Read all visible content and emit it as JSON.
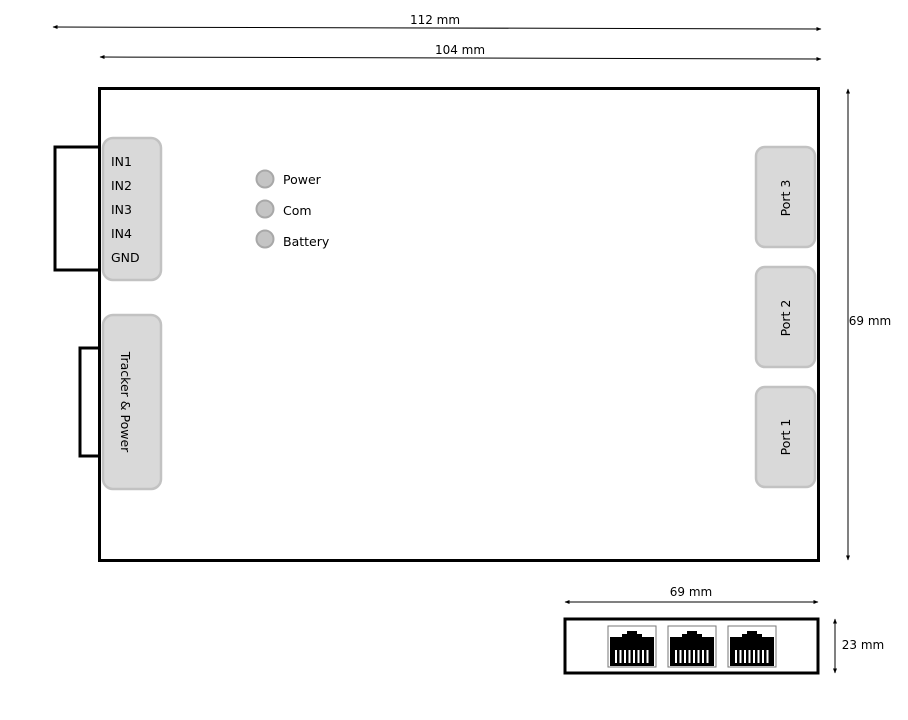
{
  "dimensions": {
    "overall_width": "112 mm",
    "board_width": "104 mm",
    "height": "69 mm",
    "side_width": "69 mm",
    "side_height": "23 mm"
  },
  "terminal_block": {
    "pins": [
      "IN1",
      "IN2",
      "IN3",
      "IN4",
      "GND"
    ]
  },
  "tracker_connector": {
    "label": "Tracker & Power"
  },
  "leds": [
    {
      "label": "Power"
    },
    {
      "label": "Com"
    },
    {
      "label": "Battery"
    }
  ],
  "ports": [
    {
      "label": "Port 3"
    },
    {
      "label": "Port 2"
    },
    {
      "label": "Port 1"
    }
  ],
  "side_view": {
    "connector_icon": "rj45-icon",
    "connector_count": 3
  },
  "colors": {
    "block_fill": "#d9d9d9",
    "block_border": "#c2c2c2",
    "led_fill": "#c4c4c4"
  }
}
